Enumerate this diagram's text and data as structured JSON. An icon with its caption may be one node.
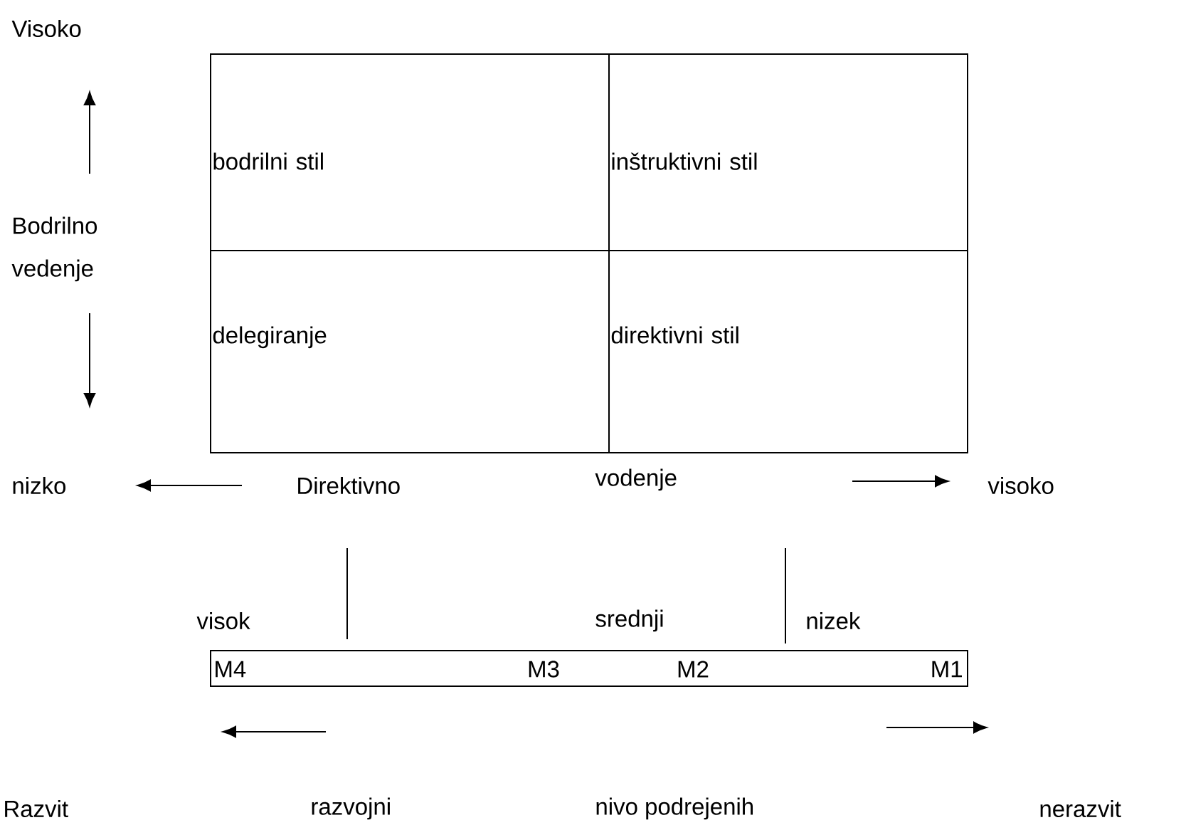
{
  "diagram": {
    "nodes": [
      {
        "text": [
          "bodrilni stil"
        ]
      },
      {
        "text": [
          "inštruktivni stil"
        ]
      },
      {
        "text": [
          "delegiranje"
        ]
      },
      {
        "text": [
          "direktivni stil"
        ]
      },
      {
        "text": [
          "M4",
          "M3",
          "M2",
          "M1"
        ]
      }
    ],
    "labels": [
      "Visoko",
      "Bodrilno vedenje",
      "nizko",
      "Direktivno",
      "vodenje",
      "visoko",
      "visok",
      "srednji",
      "nizek",
      "Razvit",
      "razvojni",
      "nivo podrejenih",
      "nerazvit"
    ]
  }
}
